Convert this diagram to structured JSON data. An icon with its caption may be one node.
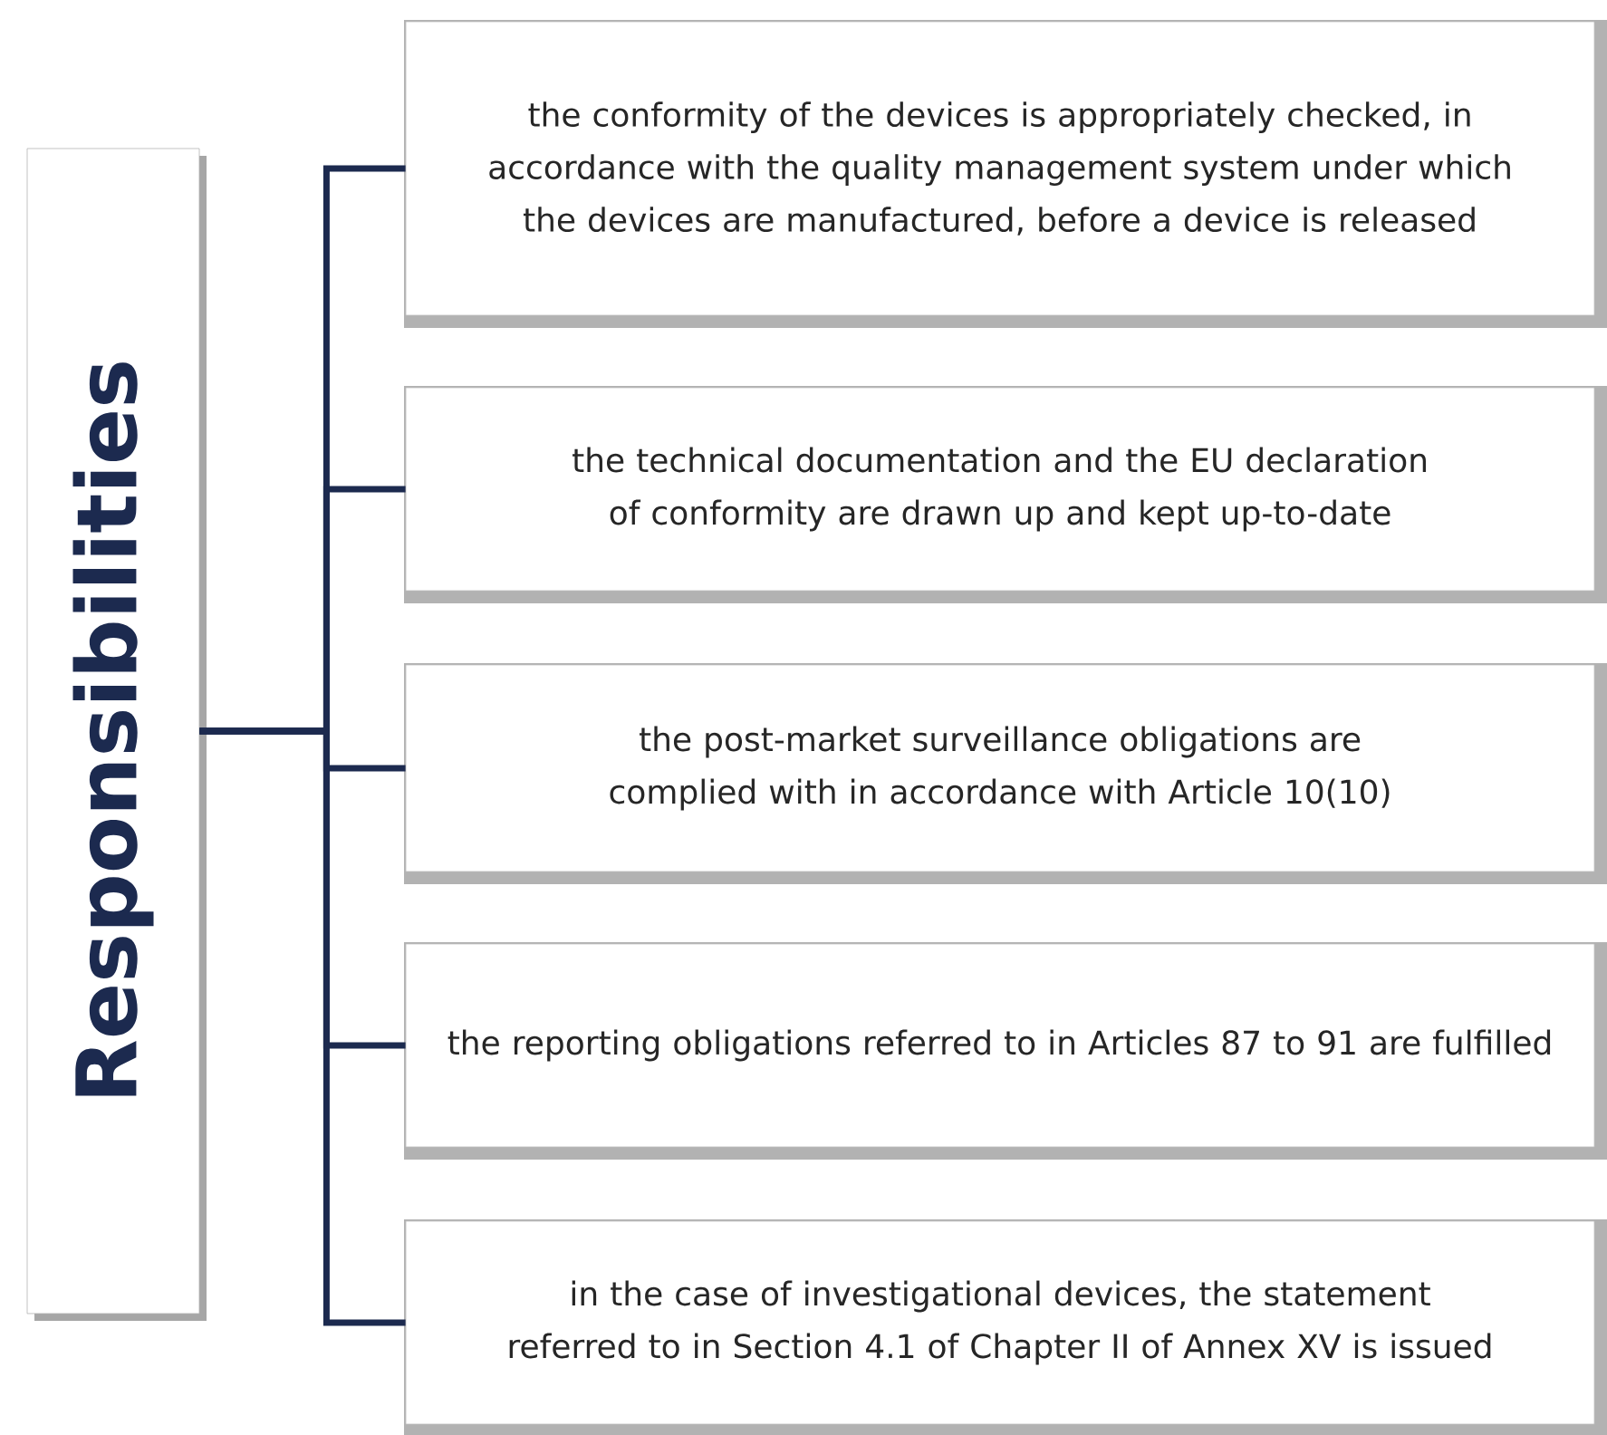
{
  "diagram": {
    "nodes": [
      {
        "text": [
          "Responsibilities"
        ]
      },
      {
        "text": [
          "the conformity of the devices is appropriately checked, in accordance with the quality management system under which the devices are manufactured, before a device is released"
        ]
      },
      {
        "text": [
          "the technical documentation and the EU declaration of conformity are drawn up and kept up-to-date"
        ]
      },
      {
        "text": [
          "the post-market surveillance obligations are complied with in accordance with Article 10(10)"
        ]
      },
      {
        "text": [
          "the reporting obligations referred to in Articles 87 to 91 are fulfilled"
        ]
      },
      {
        "text": [
          "in the case of investigational devices, the statement referred to in Section 4.1 of Chapter II of Annex XV is issued"
        ]
      }
    ],
    "edges": [
      {
        "from": 0,
        "to": 1,
        "arrow": "none"
      },
      {
        "from": 0,
        "to": 2,
        "arrow": "none"
      },
      {
        "from": 0,
        "to": 3,
        "arrow": "none"
      },
      {
        "from": 0,
        "to": 4,
        "arrow": "none"
      },
      {
        "from": 0,
        "to": 5,
        "arrow": "none"
      }
    ]
  }
}
